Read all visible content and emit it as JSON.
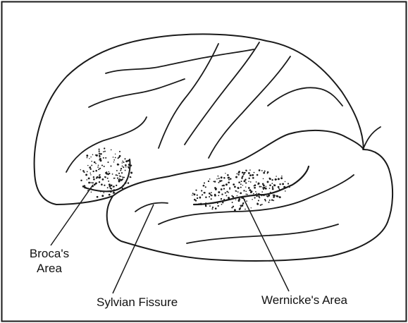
{
  "figure": {
    "labels": {
      "broca_line1": "Broca's",
      "broca_line2": "Area",
      "sylvian": "Sylvian Fissure",
      "wernicke": "Wernicke's Area"
    },
    "colors": {
      "line": "#1a1a1a",
      "background": "#ffffff"
    }
  }
}
